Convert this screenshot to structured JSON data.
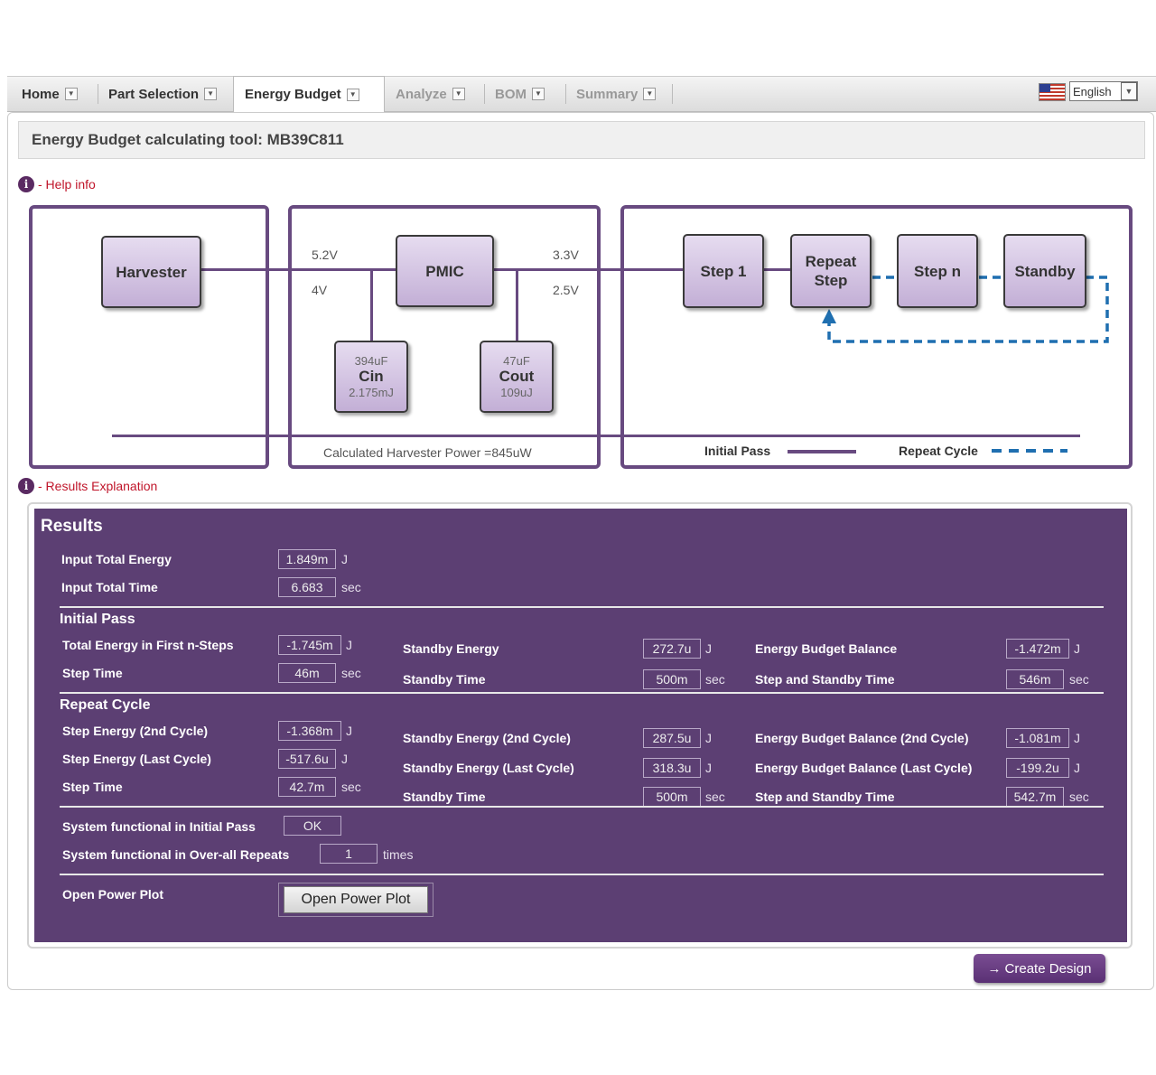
{
  "tabs": [
    {
      "label": "Home",
      "state": "normal"
    },
    {
      "label": "Part Selection",
      "state": "normal"
    },
    {
      "label": "Energy Budget",
      "state": "active"
    },
    {
      "label": "Analyze",
      "state": "disabled"
    },
    {
      "label": "BOM",
      "state": "disabled"
    },
    {
      "label": "Summary",
      "state": "disabled"
    }
  ],
  "language": {
    "selected": "English",
    "flag_icon": "us-flag-icon"
  },
  "page_title": "Energy Budget calculating tool: MB39C811",
  "help_info": {
    "icon": "info-icon",
    "label": "- Help info"
  },
  "diagram": {
    "blocks": {
      "harvester": "Harvester",
      "pmic": "PMIC",
      "step1": "Step 1",
      "repeat_line1": "Repeat",
      "repeat_line2": "Step",
      "stepn": "Step n",
      "standby": "Standby"
    },
    "voltages": {
      "in_high": "5.2V",
      "in_low": "4V",
      "out_high": "3.3V",
      "out_low": "2.5V"
    },
    "cin": {
      "capacitance": "394uF",
      "name": "Cin",
      "energy": "2.175mJ"
    },
    "cout": {
      "capacitance": "47uF",
      "name": "Cout",
      "energy": "109uJ"
    },
    "harvester_power": "Calculated Harvester Power =845uW",
    "legend": {
      "initial_pass": "Initial Pass",
      "repeat_cycle": "Repeat Cycle"
    },
    "colors": {
      "frame": "#684a80",
      "dashed": "#1f6fb0"
    }
  },
  "results_explanation": {
    "icon": "info-icon",
    "label": "- Results Explanation"
  },
  "results": {
    "title": "Results",
    "input_total_energy": {
      "label": "Input Total Energy",
      "value": "1.849m",
      "unit": "J"
    },
    "input_total_time": {
      "label": "Input Total Time",
      "value": "6.683",
      "unit": "sec"
    },
    "initial_pass": {
      "heading": "Initial Pass",
      "total_energy": {
        "label": "Total Energy in First n-Steps",
        "value": "-1.745m",
        "unit": "J"
      },
      "step_time": {
        "label": "Step Time",
        "value": "46m",
        "unit": "sec"
      },
      "standby_energy": {
        "label": "Standby Energy",
        "value": "272.7u",
        "unit": "J"
      },
      "standby_time": {
        "label": "Standby Time",
        "value": "500m",
        "unit": "sec"
      },
      "balance": {
        "label": "Energy Budget Balance",
        "value": "-1.472m",
        "unit": "J"
      },
      "step_standby_time": {
        "label": "Step and Standby Time",
        "value": "546m",
        "unit": "sec"
      }
    },
    "repeat_cycle": {
      "heading": "Repeat Cycle",
      "step_energy_2nd": {
        "label": "Step Energy (2nd Cycle)",
        "value": "-1.368m",
        "unit": "J"
      },
      "step_energy_last": {
        "label": "Step Energy (Last Cycle)",
        "value": "-517.6u",
        "unit": "J"
      },
      "step_time": {
        "label": "Step Time",
        "value": "42.7m",
        "unit": "sec"
      },
      "standby_energy_2nd": {
        "label": "Standby Energy (2nd Cycle)",
        "value": "287.5u",
        "unit": "J"
      },
      "standby_energy_last": {
        "label": "Standby Energy (Last Cycle)",
        "value": "318.3u",
        "unit": "J"
      },
      "standby_time": {
        "label": "Standby Time",
        "value": "500m",
        "unit": "sec"
      },
      "balance_2nd": {
        "label": "Energy Budget Balance (2nd Cycle)",
        "value": "-1.081m",
        "unit": "J"
      },
      "balance_last": {
        "label": "Energy Budget Balance (Last Cycle)",
        "value": "-199.2u",
        "unit": "J"
      },
      "step_standby_time": {
        "label": "Step and Standby Time",
        "value": "542.7m",
        "unit": "sec"
      }
    },
    "system_initial": {
      "label": "System functional in Initial Pass",
      "value": "OK"
    },
    "system_repeats": {
      "label": "System functional in Over-all Repeats",
      "value": "1",
      "unit": "times"
    },
    "power_plot": {
      "label": "Open Power Plot",
      "button": "Open Power Plot"
    },
    "panel_color": "#5c3f73"
  },
  "create_design": {
    "arrow": "→",
    "label": "Create Design"
  }
}
